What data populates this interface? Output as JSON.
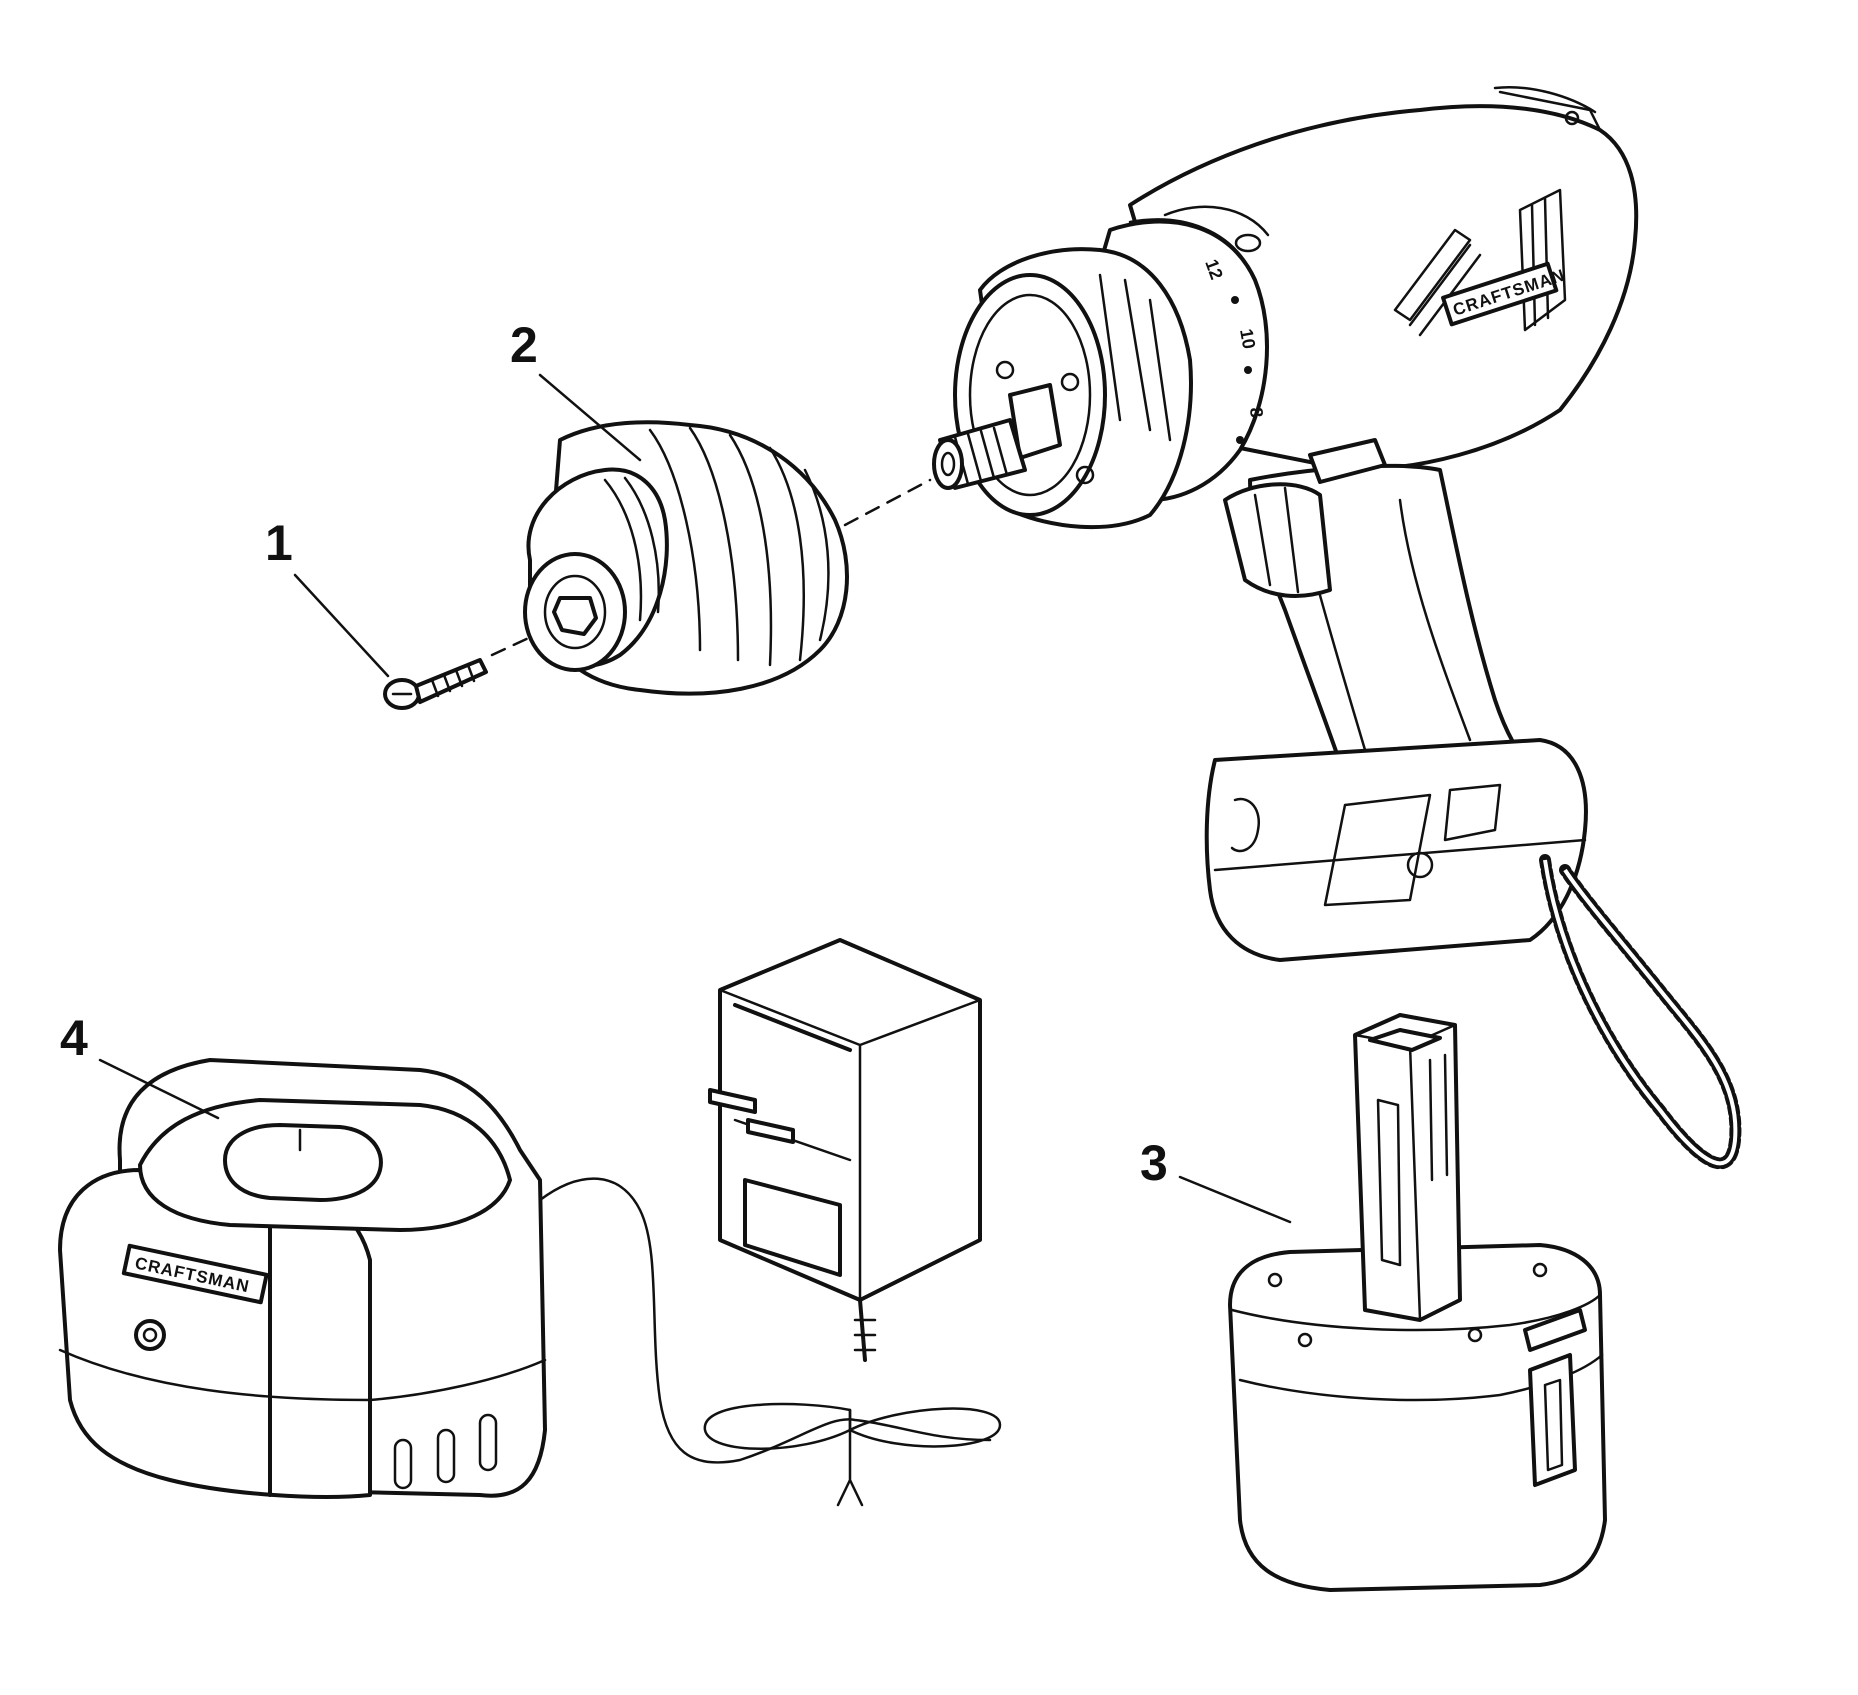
{
  "callouts": [
    {
      "number": "1",
      "part": "screw"
    },
    {
      "number": "2",
      "part": "chuck"
    },
    {
      "number": "3",
      "part": "battery-pack"
    },
    {
      "number": "4",
      "part": "charger"
    }
  ],
  "labels": {
    "brand_drill": "CRAFTSMAN",
    "brand_charger": "CRAFTSMAN",
    "dial_12": "12",
    "dial_10": "10",
    "dial_8": "8"
  },
  "colors": {
    "ink": "#111111",
    "paper": "#ffffff"
  }
}
